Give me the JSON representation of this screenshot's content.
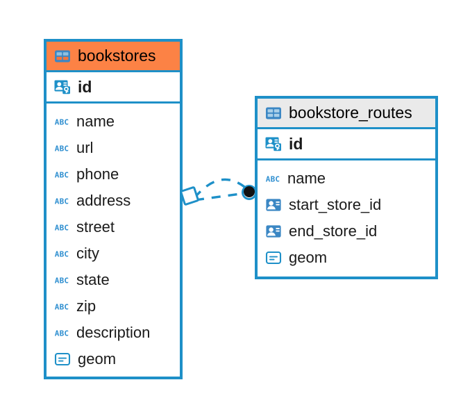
{
  "diagram": {
    "type": "entity-relationship-diagram",
    "background_color": "#ffffff",
    "accent_color": "#1e90c8",
    "selected_color": "#fc8245",
    "header_color": "#eaeaea",
    "entities": [
      {
        "name": "bookstores",
        "selected": true,
        "icon": "table-icon",
        "primary_key": {
          "label": "id",
          "icon": "primary-key-icon"
        },
        "fields": [
          {
            "label": "name",
            "icon": "text-abc-icon"
          },
          {
            "label": "url",
            "icon": "text-abc-icon"
          },
          {
            "label": "phone",
            "icon": "text-abc-icon"
          },
          {
            "label": "address",
            "icon": "text-abc-icon"
          },
          {
            "label": "street",
            "icon": "text-abc-icon"
          },
          {
            "label": "city",
            "icon": "text-abc-icon"
          },
          {
            "label": "state",
            "icon": "text-abc-icon"
          },
          {
            "label": "zip",
            "icon": "text-abc-icon"
          },
          {
            "label": "description",
            "icon": "text-abc-icon"
          },
          {
            "label": "geom",
            "icon": "geometry-icon"
          }
        ]
      },
      {
        "name": "bookstore_routes",
        "selected": false,
        "icon": "table-icon",
        "primary_key": {
          "label": "id",
          "icon": "primary-key-icon"
        },
        "fields": [
          {
            "label": "name",
            "icon": "text-abc-icon"
          },
          {
            "label": "start_store_id",
            "icon": "foreign-key-icon"
          },
          {
            "label": "end_store_id",
            "icon": "foreign-key-icon"
          },
          {
            "label": "geom",
            "icon": "geometry-icon"
          }
        ]
      }
    ],
    "relationships": [
      {
        "from_entity": "bookstores",
        "from_field": "id",
        "to_entity": "bookstore_routes",
        "to_field": "start_store_id",
        "line_style": "dashed",
        "source_marker": "rotated-square-marker",
        "target_marker": "filled-circle-marker"
      },
      {
        "from_entity": "bookstores",
        "from_field": "id",
        "to_entity": "bookstore_routes",
        "to_field": "end_store_id",
        "line_style": "dashed",
        "source_marker": "rotated-square-marker",
        "target_marker": "filled-circle-marker"
      }
    ]
  }
}
